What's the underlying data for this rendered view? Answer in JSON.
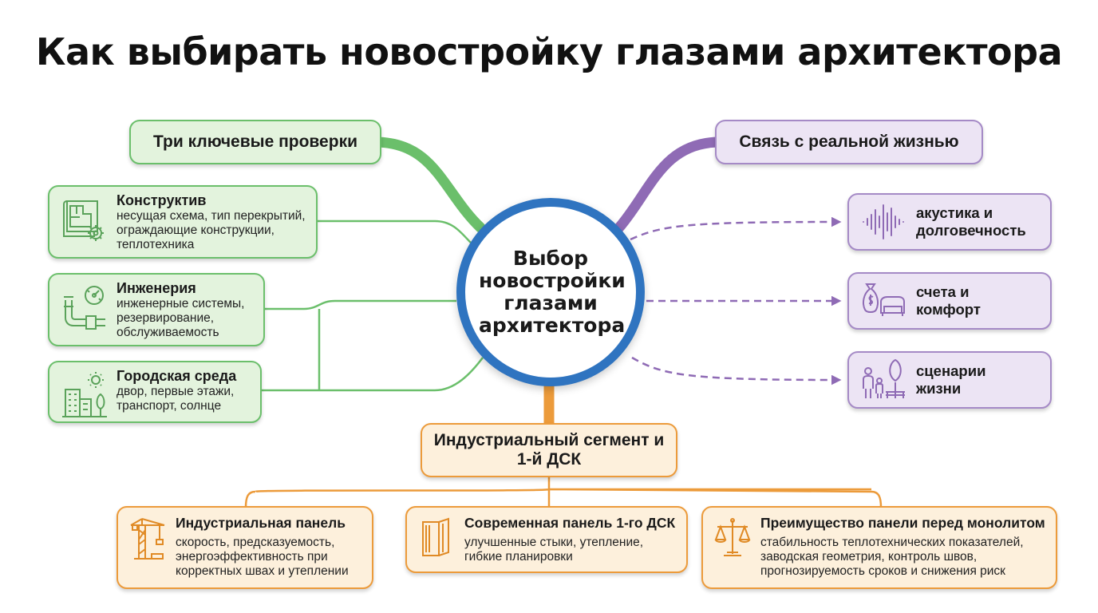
{
  "title": "Как выбирать новостройку глазами архитектора",
  "center": {
    "label": "Выбор новостройки глазами архитектора"
  },
  "left": {
    "heading": "Три ключевые проверки",
    "items": [
      {
        "title": "Конструктив",
        "desc": "несущая схема, тип перекрытий, ограждающие конструкции, теплотехника",
        "icon": "blueprint-gear-icon"
      },
      {
        "title": "Инженерия",
        "desc": "инженерные системы, резервирование, обслуживаемость",
        "icon": "pipes-gauge-icon"
      },
      {
        "title": "Городская среда",
        "desc": "двор, первые этажи, транспорт, солнце",
        "icon": "city-sun-icon"
      }
    ]
  },
  "right": {
    "heading": "Связь с реальной жизнью",
    "items": [
      {
        "title": "акустика и долговечность",
        "icon": "sound-wave-icon"
      },
      {
        "title": "счета и комфорт",
        "icon": "money-bag-sofa-icon"
      },
      {
        "title": "сценарии жизни",
        "icon": "family-tree-icon"
      }
    ]
  },
  "bottom": {
    "heading": "Индустриальный сегмент и 1-й ДСК",
    "items": [
      {
        "title": "Индустриальная панель",
        "desc": "скорость, предсказуемость, энергоэффективность при корректных швах и утеплении",
        "icon": "crane-icon"
      },
      {
        "title": "Современная панель 1-го ДСК",
        "desc": "улучшенные стыки, утепление, гибкие планировки",
        "icon": "panel-icon"
      },
      {
        "title": "Преимущество панели перед монолитом",
        "desc": "стабильность теплотехнических показателей, заводская геометрия, контроль швов, прогнозируемость сроков и снижения риск",
        "icon": "scales-icon"
      }
    ]
  },
  "colors": {
    "green": "#6bbf6b",
    "purple": "#8f6bb5",
    "orange": "#ec9b3b",
    "blue": "#2f74c0"
  }
}
